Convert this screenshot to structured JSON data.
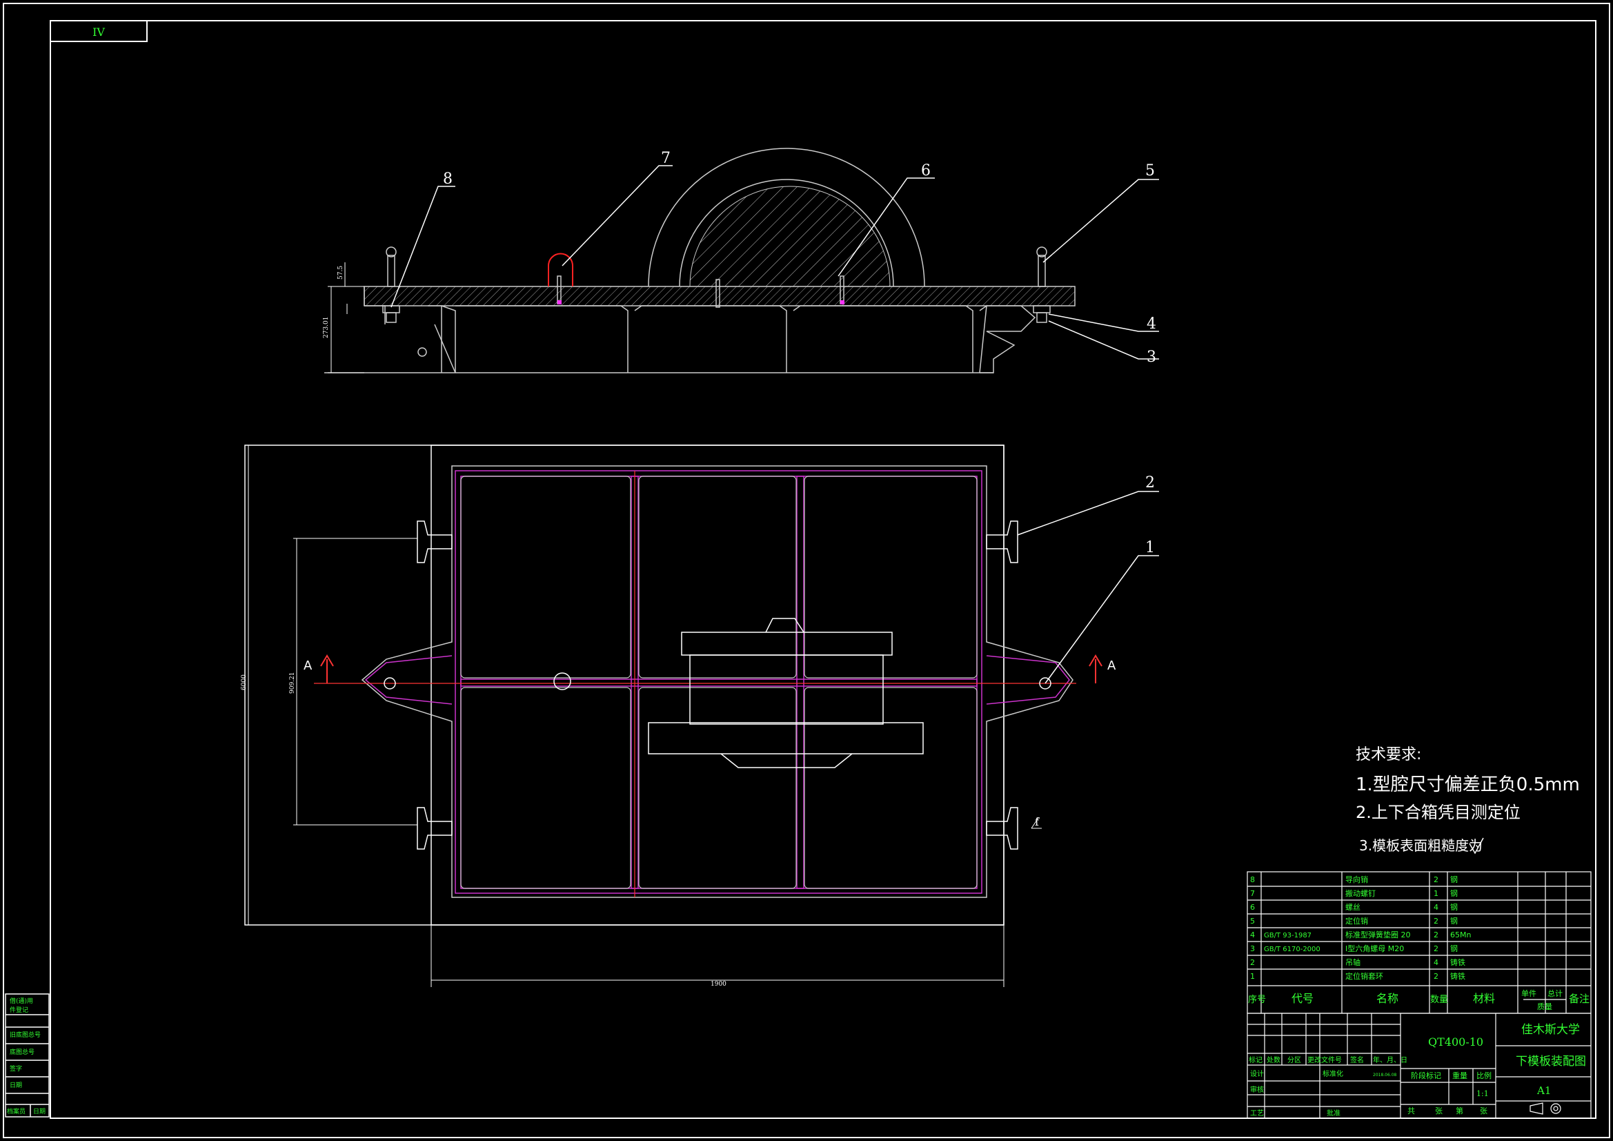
{
  "sheet": {
    "zone_label": "IV",
    "scale_dim_left": "6000",
    "scale_dim_bottom": "1900"
  },
  "callouts": [
    "1",
    "2",
    "3",
    "4",
    "5",
    "6",
    "7",
    "8"
  ],
  "section_marks": {
    "left": "A",
    "right": "A"
  },
  "small_dims": {
    "height_a": "57.5",
    "height_b": "273.01",
    "inner_dim": "909.21",
    "tag_f": "f"
  },
  "technical_requirements": {
    "title": "技术要求:",
    "item1": "1.型腔尺寸偏差正负0.5mm",
    "item2": "2.上下合箱凭目测定位",
    "item3": "3.模板表面粗糙度为"
  },
  "bom": {
    "rows": [
      {
        "no": "8",
        "code": "",
        "name": "导向销",
        "qty": "2",
        "material": "钢"
      },
      {
        "no": "7",
        "code": "",
        "name": "搬动螺钉",
        "qty": "1",
        "material": "钢"
      },
      {
        "no": "6",
        "code": "",
        "name": "螺丝",
        "qty": "4",
        "material": "钢"
      },
      {
        "no": "5",
        "code": "",
        "name": "定位销",
        "qty": "2",
        "material": "钢"
      },
      {
        "no": "4",
        "code": "GB/T 93-1987",
        "name": "标准型弹簧垫圈 20",
        "qty": "2",
        "material": "65Mn"
      },
      {
        "no": "3",
        "code": "GB/T 6170-2000",
        "name": "I型六角螺母 M20",
        "qty": "2",
        "material": "钢"
      },
      {
        "no": "2",
        "code": "",
        "name": "吊轴",
        "qty": "4",
        "material": "铸铁"
      },
      {
        "no": "1",
        "code": "",
        "name": "定位销套环",
        "qty": "2",
        "material": "铸铁"
      }
    ],
    "header": {
      "no": "序号",
      "code": "代号",
      "name": "名称",
      "qty": "数量",
      "material": "材料",
      "unit": "单件",
      "total": "总计",
      "weight": "质量",
      "remark": "备注"
    }
  },
  "title_block": {
    "material": "QT400-10",
    "university": "佳木斯大学",
    "drawing_name": "下模板装配图",
    "sheet_size": "A1",
    "scale": "1:1",
    "labels": {
      "mark": "标记",
      "count": "处数",
      "zone": "分区",
      "doc": "更改文件号",
      "sign": "签名",
      "date": "年、月、日",
      "design": "设计",
      "standard": "标准化",
      "review": "审核",
      "process": "工艺",
      "approve": "批准",
      "stage": "阶段标记",
      "weight": "重量",
      "ratio": "比例",
      "total": "共",
      "sheet": "张",
      "no": "第",
      "sheets": "张"
    },
    "date_small": "2018.06.08"
  },
  "left_strip": [
    "借(通)用",
    "件登记",
    "旧底图总号",
    "底图总号",
    "签字",
    "日期",
    "档案员",
    "日期"
  ]
}
